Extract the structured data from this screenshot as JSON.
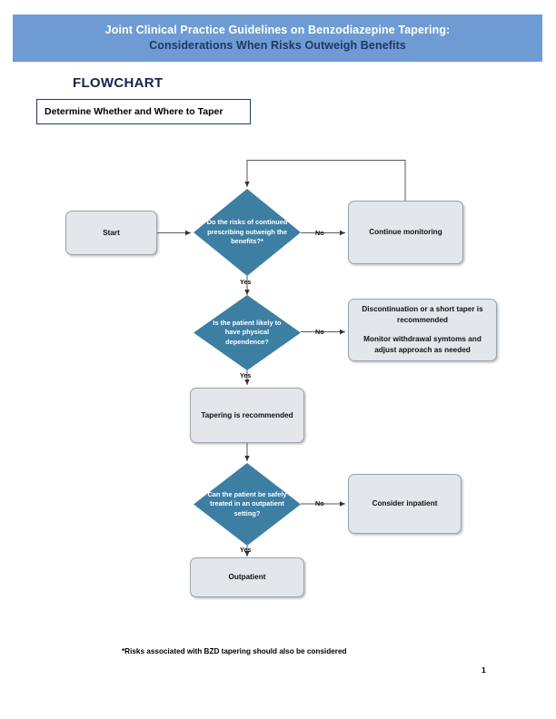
{
  "header": {
    "line1": "Joint Clinical Practice Guidelines on Benzodiazepine Tapering:",
    "line2": "Considerations When Risks Outweigh Benefits",
    "banner_color": "#6f9bd4",
    "line1_color": "#ffffff",
    "line2_color": "#1f3864"
  },
  "section": {
    "heading": "FLOWCHART",
    "heading_color": "#15254d",
    "subtitle": "Determine Whether and Where to Taper",
    "subtitle_border_color": "#1f3864"
  },
  "flowchart": {
    "decision_fill": "#3d7fa3",
    "process_fill": "#e3e6ea",
    "process_border": "#9aa3ab",
    "connector_color": "#5a5a5a",
    "nodes": [
      {
        "id": "start",
        "type": "process",
        "label": "Start"
      },
      {
        "id": "decision-risks",
        "type": "decision",
        "label": "Do the risks of continued prescribing outweigh the benefits?*"
      },
      {
        "id": "continue-monitoring",
        "type": "process",
        "label": "Continue monitoring"
      },
      {
        "id": "decision-dependence",
        "type": "decision",
        "label": "Is the patient likely to have physical dependence?"
      },
      {
        "id": "short-taper",
        "type": "process",
        "label": "Discontinuation or a short taper is recommended"
      },
      {
        "id": "short-taper-2",
        "type": "process",
        "label": "Monitor withdrawal symtoms and adjust approach as needed"
      },
      {
        "id": "tapering-recommended",
        "type": "process",
        "label": "Tapering is recommended"
      },
      {
        "id": "decision-outpatient",
        "type": "decision",
        "label": "Can the patient be safely treated in an outpatient setting?"
      },
      {
        "id": "consider-inpatient",
        "type": "process",
        "label": "Consider inpatient"
      },
      {
        "id": "outpatient",
        "type": "process",
        "label": "Outpatient"
      }
    ],
    "edges": [
      {
        "id": "risks-no",
        "label": "No"
      },
      {
        "id": "risks-yes",
        "label": "Yes"
      },
      {
        "id": "dependence-no",
        "label": "No"
      },
      {
        "id": "dependence-yes",
        "label": "Yes"
      },
      {
        "id": "outpatient-no",
        "label": "No"
      },
      {
        "id": "outpatient-yes",
        "label": "Yes"
      }
    ]
  },
  "footnote": "*Risks associated with BZD tapering should also be considered",
  "page_number": "1"
}
